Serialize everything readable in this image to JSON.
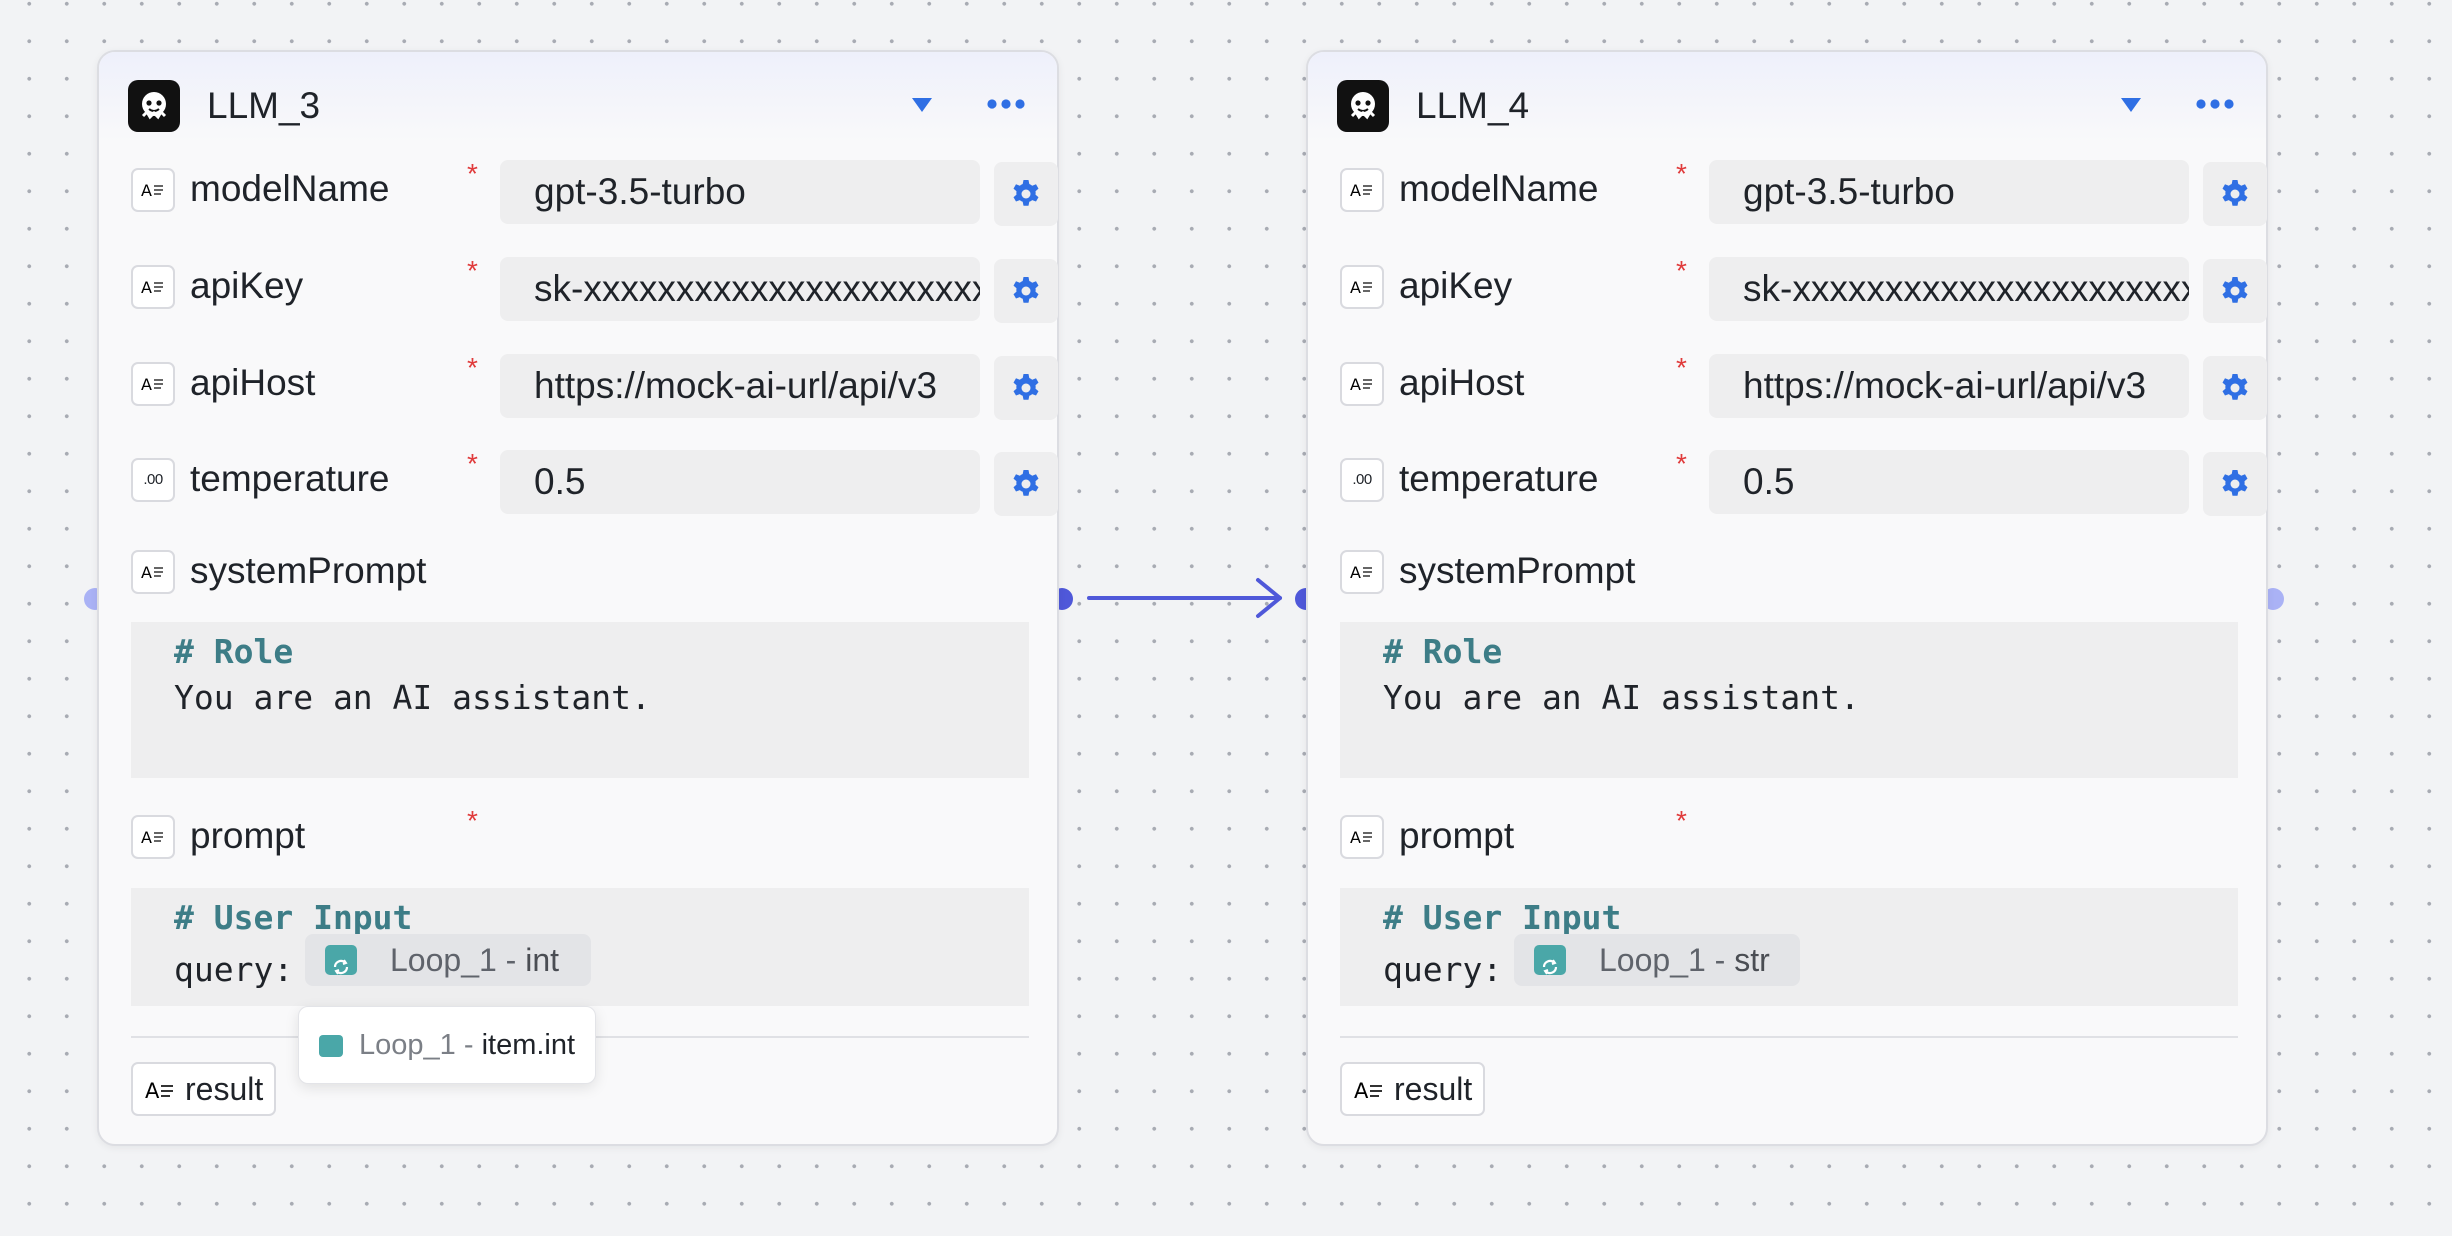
{
  "colors": {
    "accent": "#2f6fe4",
    "port": "#4f58d9",
    "edge": "#4f58d9",
    "required": "#e03b3b",
    "code_heading": "#3d7d87",
    "loop_icon": "#4aa7a8"
  },
  "nodes": [
    {
      "title": "LLM_3",
      "icon": "bot-logo-icon",
      "fields": [
        {
          "label": "modelName",
          "required": "*",
          "value": "gpt-3.5-turbo",
          "type_icon": "text-type-icon"
        },
        {
          "label": "apiKey",
          "required": "*",
          "value": "sk-xxxxxxxxxxxxxxxxxxxxxxxx",
          "type_icon": "text-type-icon"
        },
        {
          "label": "apiHost",
          "required": "*",
          "value": "https://mock-ai-url/api/v3",
          "type_icon": "text-type-icon"
        },
        {
          "label": "temperature",
          "required": "*",
          "value": "0.5",
          "type_icon": "number-type-icon",
          "type_text": ".00"
        }
      ],
      "system_prompt": {
        "label": "systemPrompt",
        "heading": "# Role",
        "body": "You are an AI assistant."
      },
      "prompt": {
        "label": "prompt",
        "required": "*",
        "heading": "# User Input",
        "query_label": "query:",
        "chip_source": "Loop_1 -",
        "chip_type": "int"
      },
      "output": {
        "label": "result"
      },
      "popup": {
        "source": "Loop_1 -",
        "path": "item.int"
      }
    },
    {
      "title": "LLM_4",
      "icon": "bot-logo-icon",
      "fields": [
        {
          "label": "modelName",
          "required": "*",
          "value": "gpt-3.5-turbo",
          "type_icon": "text-type-icon"
        },
        {
          "label": "apiKey",
          "required": "*",
          "value": "sk-xxxxxxxxxxxxxxxxxxxxxxxx",
          "type_icon": "text-type-icon"
        },
        {
          "label": "apiHost",
          "required": "*",
          "value": "https://mock-ai-url/api/v3",
          "type_icon": "text-type-icon"
        },
        {
          "label": "temperature",
          "required": "*",
          "value": "0.5",
          "type_icon": "number-type-icon",
          "type_text": ".00"
        }
      ],
      "system_prompt": {
        "label": "systemPrompt",
        "heading": "# Role",
        "body": "You are an AI assistant."
      },
      "prompt": {
        "label": "prompt",
        "required": "*",
        "heading": "# User Input",
        "query_label": "query:",
        "chip_source": "Loop_1 -",
        "chip_type": "str"
      },
      "output": {
        "label": "result"
      }
    }
  ]
}
